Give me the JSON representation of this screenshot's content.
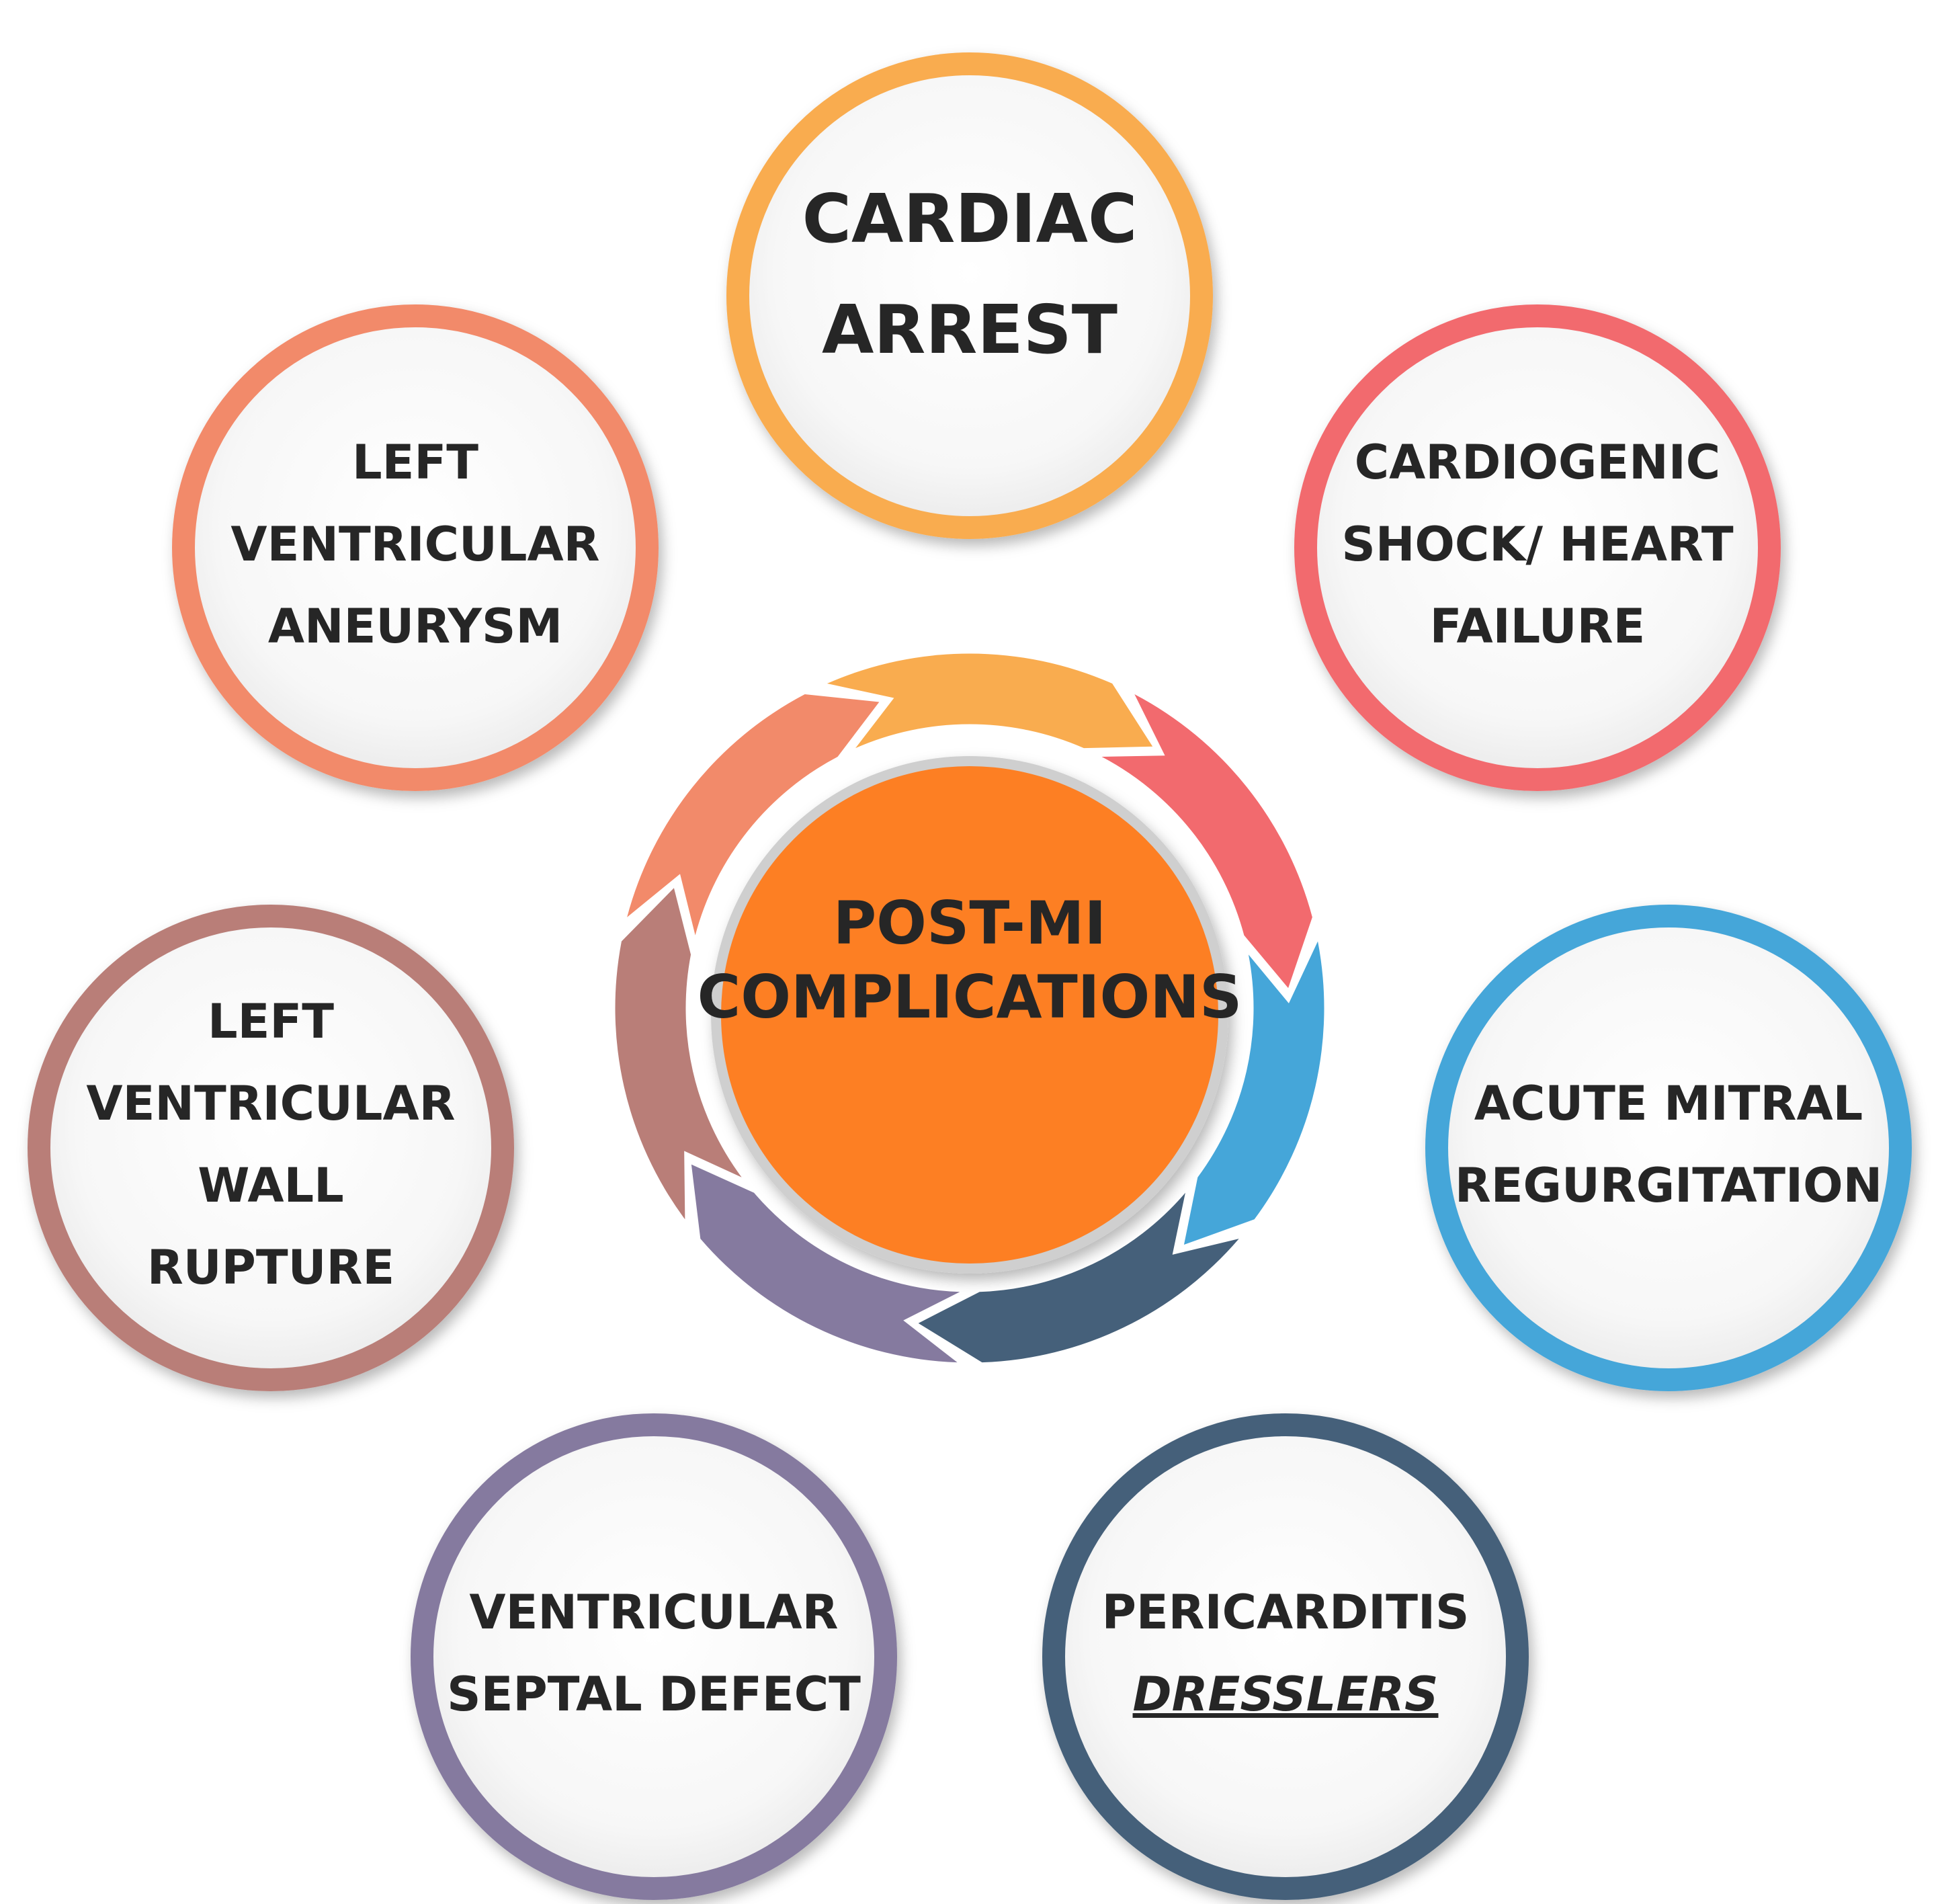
{
  "center": {
    "line1": "POST-MI",
    "line2": "COMPLICATIONS",
    "color": "#FD7F23"
  },
  "nodes": [
    {
      "id": "cardiac-arrest",
      "lines": [
        "CARDIAC",
        "ARREST"
      ],
      "color": "#F9AC4F"
    },
    {
      "id": "cardiogenic-shock",
      "lines": [
        "CARDIOGENIC",
        "SHOCK/ HEART",
        "FAILURE"
      ],
      "color": "#F26A6E"
    },
    {
      "id": "acute-mitral-regurgitation",
      "lines": [
        "ACUTE MITRAL",
        "REGURGITATION"
      ],
      "color": "#45A6D9"
    },
    {
      "id": "pericarditis",
      "lines": [
        "PERICARDITIS",
        "DRESSLERS"
      ],
      "color": "#45607A"
    },
    {
      "id": "ventricular-septal-defect",
      "lines": [
        "VENTRICULAR",
        "SEPTAL DEFECT"
      ],
      "color": "#857A9F"
    },
    {
      "id": "lv-wall-rupture",
      "lines": [
        "LEFT",
        "VENTRICULAR",
        "WALL",
        "RUPTURE"
      ],
      "color": "#B97E78"
    },
    {
      "id": "lv-aneurysm",
      "lines": [
        "LEFT",
        "VENTRICULAR",
        "ANEURYSM"
      ],
      "color": "#F28A6A"
    }
  ]
}
